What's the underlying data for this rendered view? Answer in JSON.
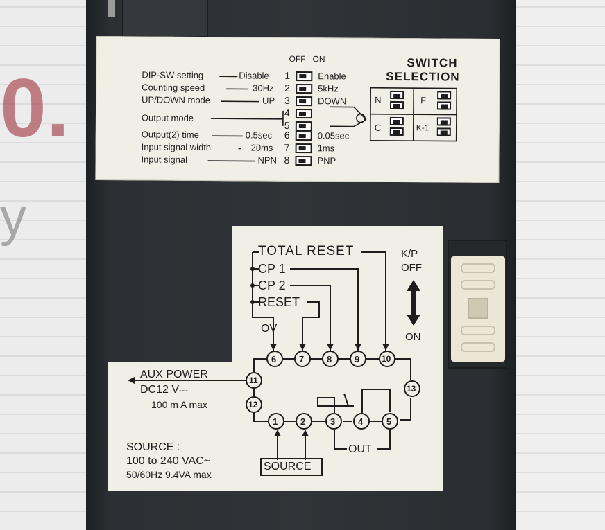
{
  "label1": {
    "dip_header_off": "OFF",
    "dip_header_on": "ON",
    "rows": [
      {
        "name": "DIP-SW setting",
        "value": "Disable",
        "num": "1",
        "on": "Enable"
      },
      {
        "name": "Counting speed",
        "value": "30Hz",
        "num": "2",
        "on": "5kHz"
      },
      {
        "name": "UP/DOWN mode",
        "value": "UP",
        "num": "3",
        "on": "DOWN"
      },
      {
        "name": "Output mode",
        "value": "",
        "num": "4",
        "on": ""
      },
      {
        "name": "",
        "value": "",
        "num": "5",
        "on": ""
      },
      {
        "name": "Output(2) time",
        "value": "0.5sec",
        "num": "6",
        "on": "0.05sec"
      },
      {
        "name": "Input signal width",
        "value": "20ms",
        "num": "7",
        "on": "1ms"
      },
      {
        "name": "Input signal",
        "value": "NPN",
        "num": "8",
        "on": "PNP"
      }
    ],
    "switch_selection_line1": "SWITCH",
    "switch_selection_line2": "SELECTION",
    "selection_cells": [
      "N",
      "F",
      "C",
      "K-1"
    ]
  },
  "label2": {
    "total_reset": "TOTAL RESET",
    "cp1": "CP 1",
    "cp2": "CP 2",
    "reset": "RESET",
    "ov": "OV",
    "terminals": [
      "1",
      "2",
      "3",
      "4",
      "5",
      "6",
      "7",
      "8",
      "9",
      "10",
      "11",
      "12",
      "13"
    ],
    "aux_power": "AUX POWER",
    "aux_voltage": "DC12 V⎓",
    "aux_current": "100 m A max",
    "out": "OUT",
    "source_title": "SOURCE :",
    "source_line1": "100 to 240 VAC~",
    "source_line2": "50/60Hz 9.4VA max",
    "source_box": "SOURCE"
  },
  "kp": {
    "label_kp": "K/P",
    "label_off": "OFF",
    "label_on": "ON"
  }
}
